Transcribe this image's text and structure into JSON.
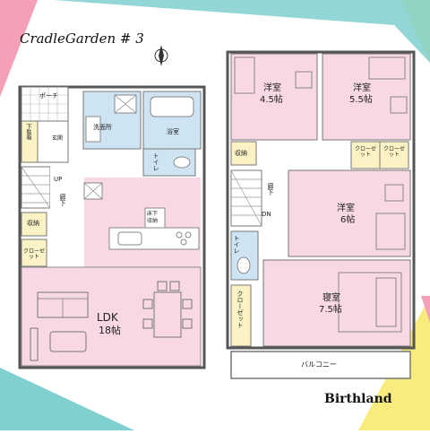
{
  "title": "CradleGarden # 3",
  "brand": "Birthland",
  "colors": {
    "room_pink": "#f7d8e4",
    "wet_blue": "#cfe4f3",
    "storage_yellow": "#fbf3c5",
    "wall": "#555555",
    "corner_pink": "#f6a0b8",
    "corner_teal": "#7fd0cf",
    "corner_yellow": "#f8ec7c"
  },
  "floor1": {
    "porch": "ポーチ",
    "genkan": "玄関",
    "shoe_closet": "下駄箱",
    "washroom": "洗面所",
    "bath": "浴室",
    "toilet": "トイレ",
    "hall": "廊下",
    "storage": "収納",
    "closet": "クローゼット",
    "up": "UP",
    "underfloor": "床下",
    "underfloor2": "収納",
    "ldk": "LDK",
    "ldk_size": "18帖"
  },
  "floor2": {
    "room1": "洋室",
    "room1_size": "4.5帖",
    "room2": "洋室",
    "room2_size": "5.5帖",
    "room3": "洋室",
    "room3_size": "6帖",
    "master": "寝室",
    "master_size": "7.5帖",
    "storage": "収納",
    "closet_a": "クローゼット",
    "closet_b": "クローゼット",
    "hall": "廊下",
    "dn": "DN",
    "toilet": "トイレ",
    "closet_long": "クローゼット",
    "balcony": "バルコニー"
  }
}
